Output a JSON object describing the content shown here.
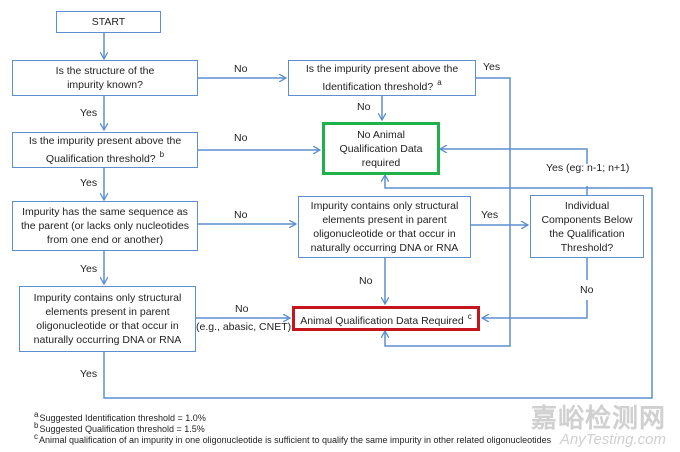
{
  "nodes": {
    "start": "START",
    "q_structure": "Is the structure of the impurity known?",
    "q_identification": "Is the impurity present above the Identification threshold?",
    "q_identification_note": "a",
    "no_animal": "No Animal Qualification Data required",
    "q_qualification": "Is the impurity present above the Qualification threshold?",
    "q_qualification_note": "b",
    "q_sequence": "Impurity has the same sequence as the parent (or lacks only nucleotides from one end or another)",
    "q_structural_right": "Impurity contains only structural elements present in parent oligonucleotide or that occur in naturally occurring DNA or RNA",
    "q_individual": "Individual Components Below the Qualification Threshold?",
    "q_structural_left": "Impurity contains only structural elements present in parent oligonucleotide or that occur in naturally occurring DNA or RNA",
    "animal_required": "Animal Qualification Data Required",
    "animal_required_note": "c"
  },
  "edges": {
    "structure_no": "No",
    "structure_yes": "Yes",
    "identification_yes": "Yes",
    "identification_no": "No",
    "qualification_no": "No",
    "qualification_yes": "Yes",
    "sequence_no": "No",
    "sequence_yes": "Yes",
    "structural_right_yes": "Yes",
    "structural_right_no": "No",
    "individual_yes": "Yes (eg: n-1; n+1)",
    "individual_no": "No",
    "structural_left_no": "No",
    "structural_left_no_example": "(e.g., abasic, CNET)",
    "structural_left_yes": "Yes"
  },
  "footnotes": [
    {
      "mark": "a",
      "text": "Suggested Identification threshold = 1.0%"
    },
    {
      "mark": "b",
      "text": "Suggested Qualification threshold  = 1.5%"
    },
    {
      "mark": "c",
      "text": "Animal qualification of an impurity in one oligonucleotide is sufficient to qualify the same impurity in other related oligonucleotides"
    }
  ],
  "watermark": {
    "cn": "嘉峪检测网",
    "en": "AnyTesting.com"
  },
  "colors": {
    "line": "#5b8fcf",
    "green": "#1fb24a",
    "red": "#c4161c"
  }
}
